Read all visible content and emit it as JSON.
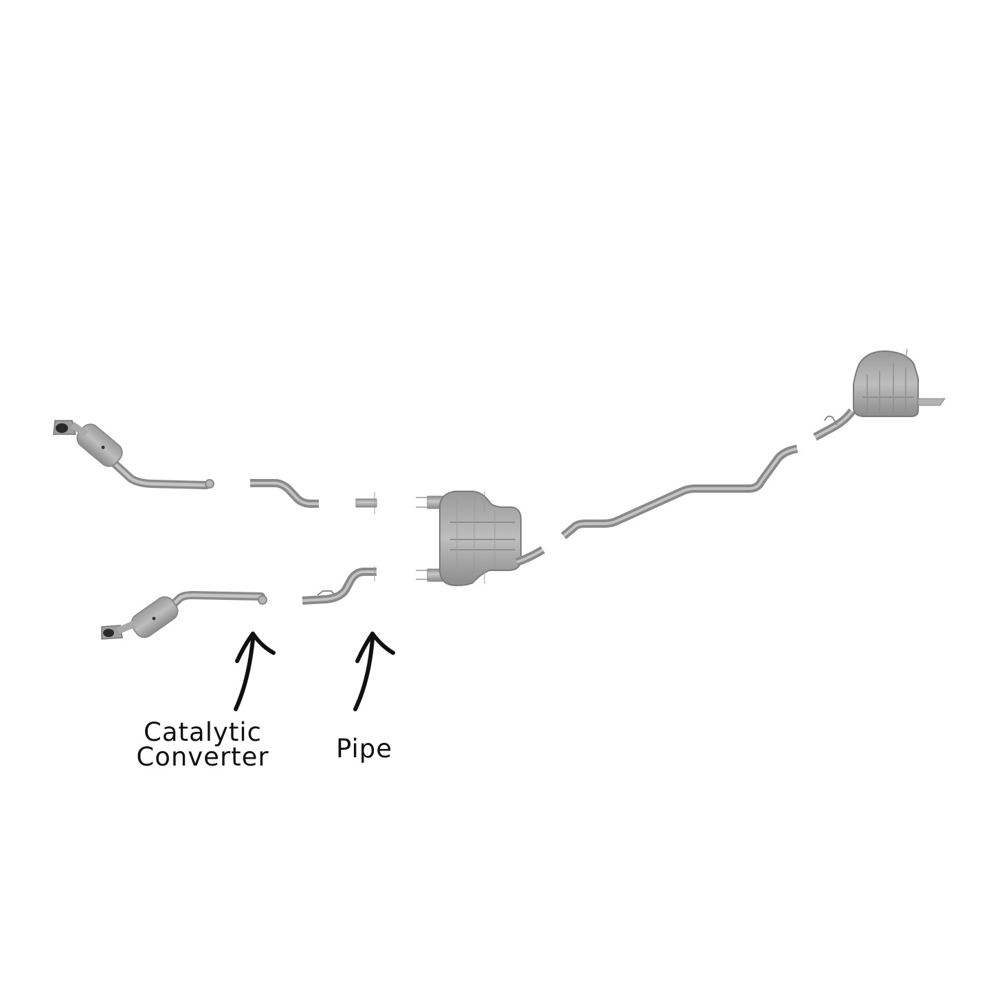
{
  "diagram": {
    "title": "Exhaust system exploded view",
    "colors": {
      "background": "#ffffff",
      "part_fill": "#a9a9a9",
      "part_dark": "#7e7e7e",
      "part_light": "#cfcfcf",
      "arrow": "#111111",
      "text": "#111111"
    },
    "parts": [
      {
        "id": "upper-catalytic-converter",
        "name": "Catalytic converter (upper bank)"
      },
      {
        "id": "lower-catalytic-converter",
        "name": "Catalytic converter (lower bank)"
      },
      {
        "id": "upper-intermediate-pipe",
        "name": "Intermediate pipe (upper)"
      },
      {
        "id": "lower-intermediate-pipe",
        "name": "Intermediate pipe (lower)"
      },
      {
        "id": "upper-coupling-sleeve",
        "name": "Coupling sleeve (upper)"
      },
      {
        "id": "center-muffler",
        "name": "Center muffler"
      },
      {
        "id": "rear-pipe",
        "name": "Rear pipe"
      },
      {
        "id": "rear-muffler",
        "name": "Rear muffler"
      }
    ],
    "annotations": [
      {
        "id": "catalytic-converter",
        "lines": [
          "Catalytic",
          "Converter"
        ]
      },
      {
        "id": "pipe",
        "lines": [
          "Pipe"
        ]
      }
    ]
  }
}
